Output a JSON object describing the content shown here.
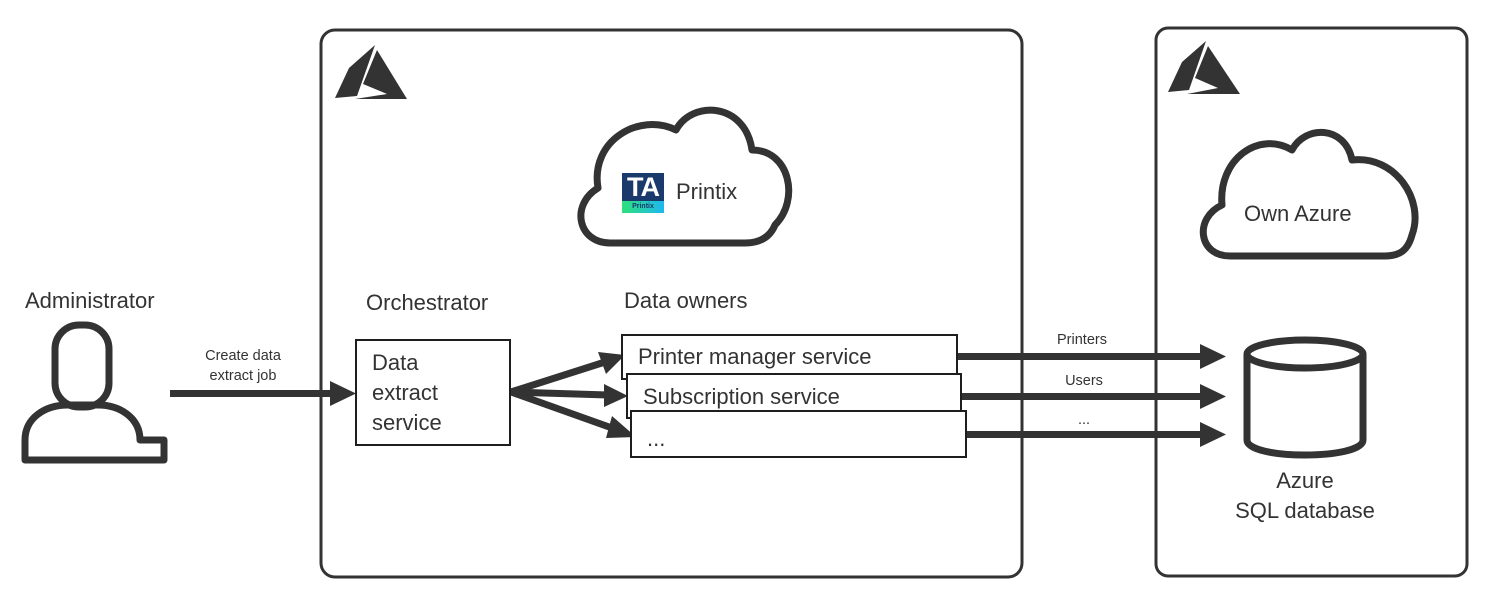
{
  "colors": {
    "stroke": "#333333",
    "text": "#333333",
    "printix_dark": "#1a3a6b",
    "printix_gradient_start": "#2ee07a",
    "printix_gradient_end": "#1eb8f0"
  },
  "actor": {
    "label": "Administrator",
    "icon": "user-icon"
  },
  "create_job_arrow": {
    "label_line1": "Create data",
    "label_line2": "extract job"
  },
  "printix_cloud": {
    "logo_letters": "TA",
    "logo_sub": "Printix",
    "label": "Printix",
    "container_icon": "azure-logo-icon"
  },
  "orchestrator": {
    "heading": "Orchestrator",
    "box_line1": "Data",
    "box_line2": "extract",
    "box_line3": "service"
  },
  "data_owners": {
    "heading": "Data owners",
    "services": [
      {
        "label": "Printer manager service"
      },
      {
        "label": "Subscription service"
      },
      {
        "label": "..."
      }
    ]
  },
  "flows": [
    {
      "label": "Printers"
    },
    {
      "label": "Users"
    },
    {
      "label": "..."
    }
  ],
  "own_azure": {
    "cloud_label": "Own Azure",
    "container_icon": "azure-logo-icon",
    "database_line1": "Azure",
    "database_line2": "SQL database"
  }
}
